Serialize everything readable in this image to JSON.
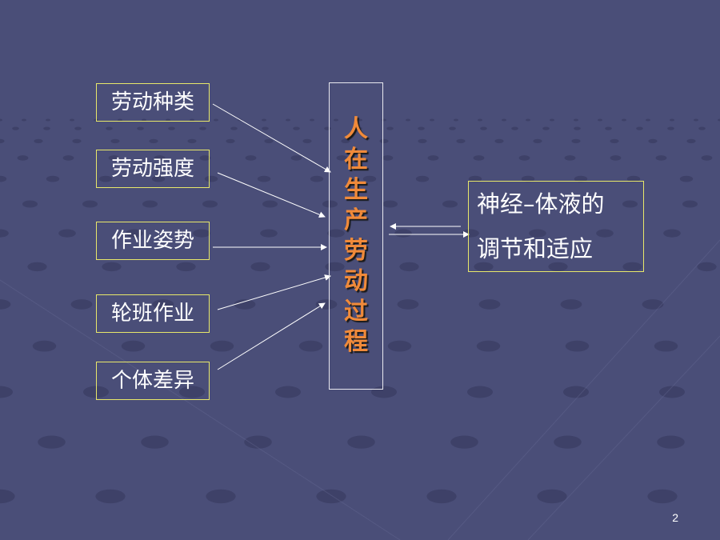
{
  "factors": [
    "劳动种类",
    "劳动强度",
    "作业姿势",
    "轮班作业",
    "个体差异"
  ],
  "center": [
    "人",
    "在",
    "生",
    "产",
    "劳",
    "动",
    "过",
    "程"
  ],
  "regulation": [
    "神经–体液的",
    "调节和适应"
  ],
  "page_number": "2",
  "colors": {
    "background": "#4a4e78",
    "box_border": "#e8e86a",
    "center_text": "#f08a3a",
    "text": "#ffffff"
  }
}
